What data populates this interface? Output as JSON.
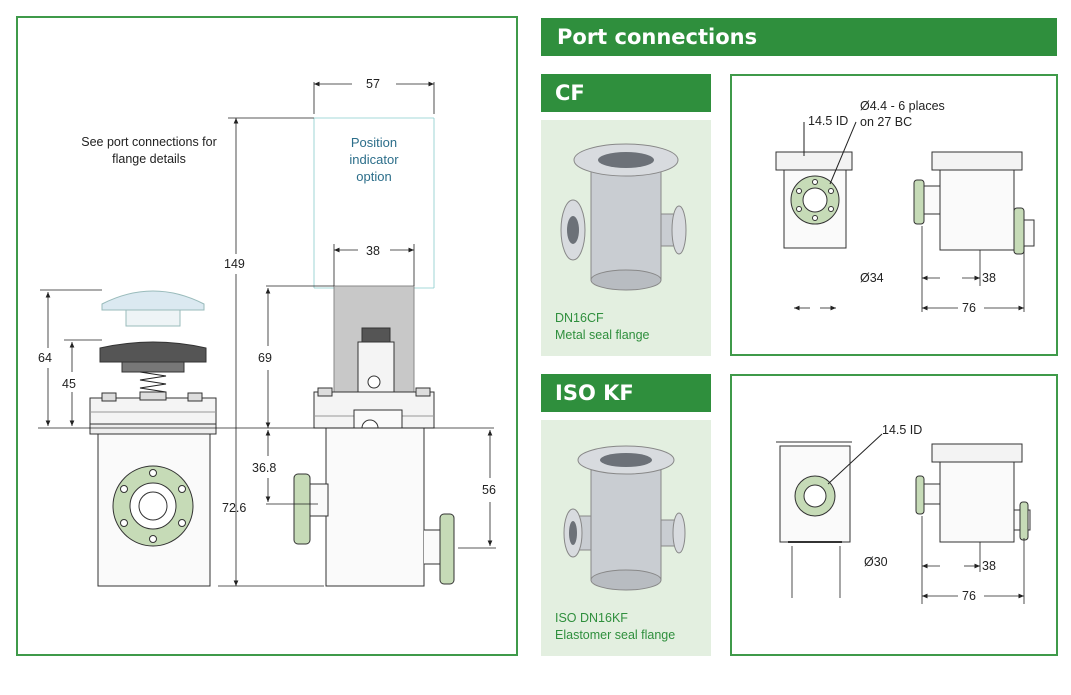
{
  "colors": {
    "brand_green": "#2f8f3d",
    "panel_border": "#3f9a4a",
    "photo_bg": "#e3efe0",
    "flange_green": "#c6dbb7"
  },
  "main_drawing": {
    "note": "See port connections for flange details",
    "option_label": "Position indicator option",
    "dims": {
      "d57": "57",
      "d149": "149",
      "d38": "38",
      "d69": "69",
      "d64": "64",
      "d45": "45",
      "d36_8": "36.8",
      "d72_6": "72.6",
      "d56": "56"
    }
  },
  "port_connections": {
    "title": "Port connections",
    "cf": {
      "header": "CF",
      "caption_line1": "DN16CF",
      "caption_line2": "Metal seal flange",
      "dims": {
        "id": "14.5 ID",
        "holes_line1": "Ø4.4 - 6 places",
        "holes_line2": "on 27 BC",
        "dia": "Ø34",
        "d38": "38",
        "d76": "76"
      }
    },
    "kf": {
      "header": "ISO KF",
      "caption_line1": "ISO DN16KF",
      "caption_line2": "Elastomer seal flange",
      "dims": {
        "id": "14.5 ID",
        "dia": "Ø30",
        "d38": "38",
        "d76": "76"
      }
    }
  }
}
